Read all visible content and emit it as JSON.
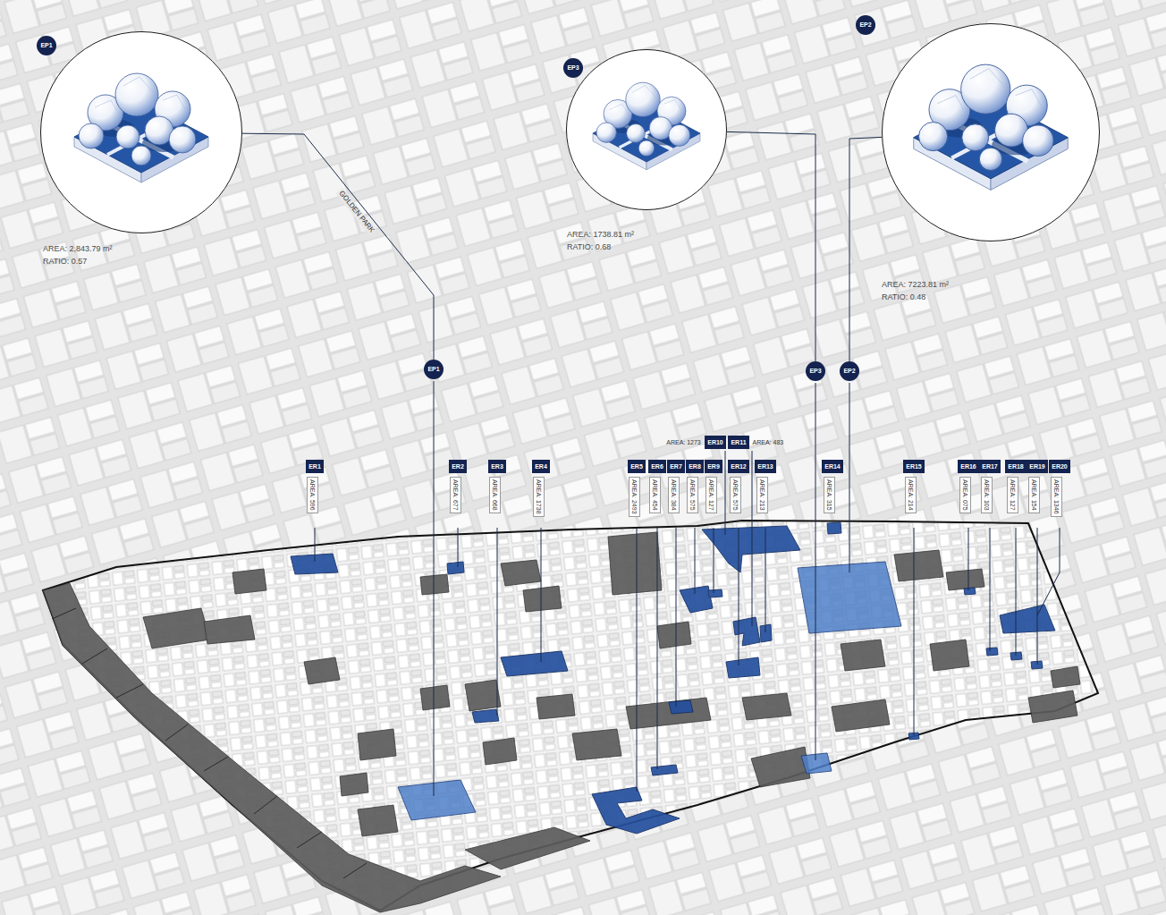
{
  "diagram": {
    "nodes": [
      {
        "text": [
          "EP1"
        ]
      },
      {
        "text": [
          "AREA: 2,843.79 m²",
          "RATIO: 0.57"
        ]
      },
      {
        "text": [
          "EP3"
        ]
      },
      {
        "text": [
          "AREA: 1738.81 m²",
          "RATIO: 0.68"
        ]
      },
      {
        "text": [
          "EP2"
        ]
      },
      {
        "text": [
          "AREA: 7223.81 m²",
          "RATIO: 0.48"
        ]
      },
      {
        "text": [
          "EP1"
        ]
      },
      {
        "text": [
          "EP3"
        ]
      },
      {
        "text": [
          "EP2"
        ]
      },
      {
        "text": [
          "ER1",
          "AREA: 596"
        ]
      },
      {
        "text": [
          "ER2",
          "AREA: 677"
        ]
      },
      {
        "text": [
          "ER3",
          "AREA: 668"
        ]
      },
      {
        "text": [
          "ER4",
          "AREA: 1738"
        ]
      },
      {
        "text": [
          "ER5",
          "AREA: 2493"
        ]
      },
      {
        "text": [
          "ER6",
          "AREA: 454"
        ]
      },
      {
        "text": [
          "ER7",
          "AREA: 384"
        ]
      },
      {
        "text": [
          "ER8",
          "AREA: 575"
        ]
      },
      {
        "text": [
          "ER9",
          "AREA: 127"
        ]
      },
      {
        "text": [
          "ER10",
          "AREA: 1273"
        ]
      },
      {
        "text": [
          "ER11",
          "AREA: 483"
        ]
      },
      {
        "text": [
          "ER12",
          "AREA: 575"
        ]
      },
      {
        "text": [
          "ER13",
          "AREA: 213"
        ]
      },
      {
        "text": [
          "ER14",
          "AREA: 315"
        ]
      },
      {
        "text": [
          "ER15",
          "AREA: 214"
        ]
      },
      {
        "text": [
          "ER16",
          "AREA: 075"
        ]
      },
      {
        "text": [
          "ER17",
          "AREA: 103"
        ]
      },
      {
        "text": [
          "ER18",
          "AREA: 127"
        ]
      },
      {
        "text": [
          "ER19",
          "AREA: 154"
        ]
      },
      {
        "text": [
          "ER20",
          "AREA: 1346"
        ]
      }
    ],
    "edges": [
      {
        "from": 1,
        "to": 6,
        "label": "GOLDEN PARK",
        "arrow": "none"
      },
      {
        "from": 3,
        "to": 7,
        "arrow": "none"
      },
      {
        "from": 5,
        "to": 8,
        "arrow": "none"
      }
    ]
  }
}
